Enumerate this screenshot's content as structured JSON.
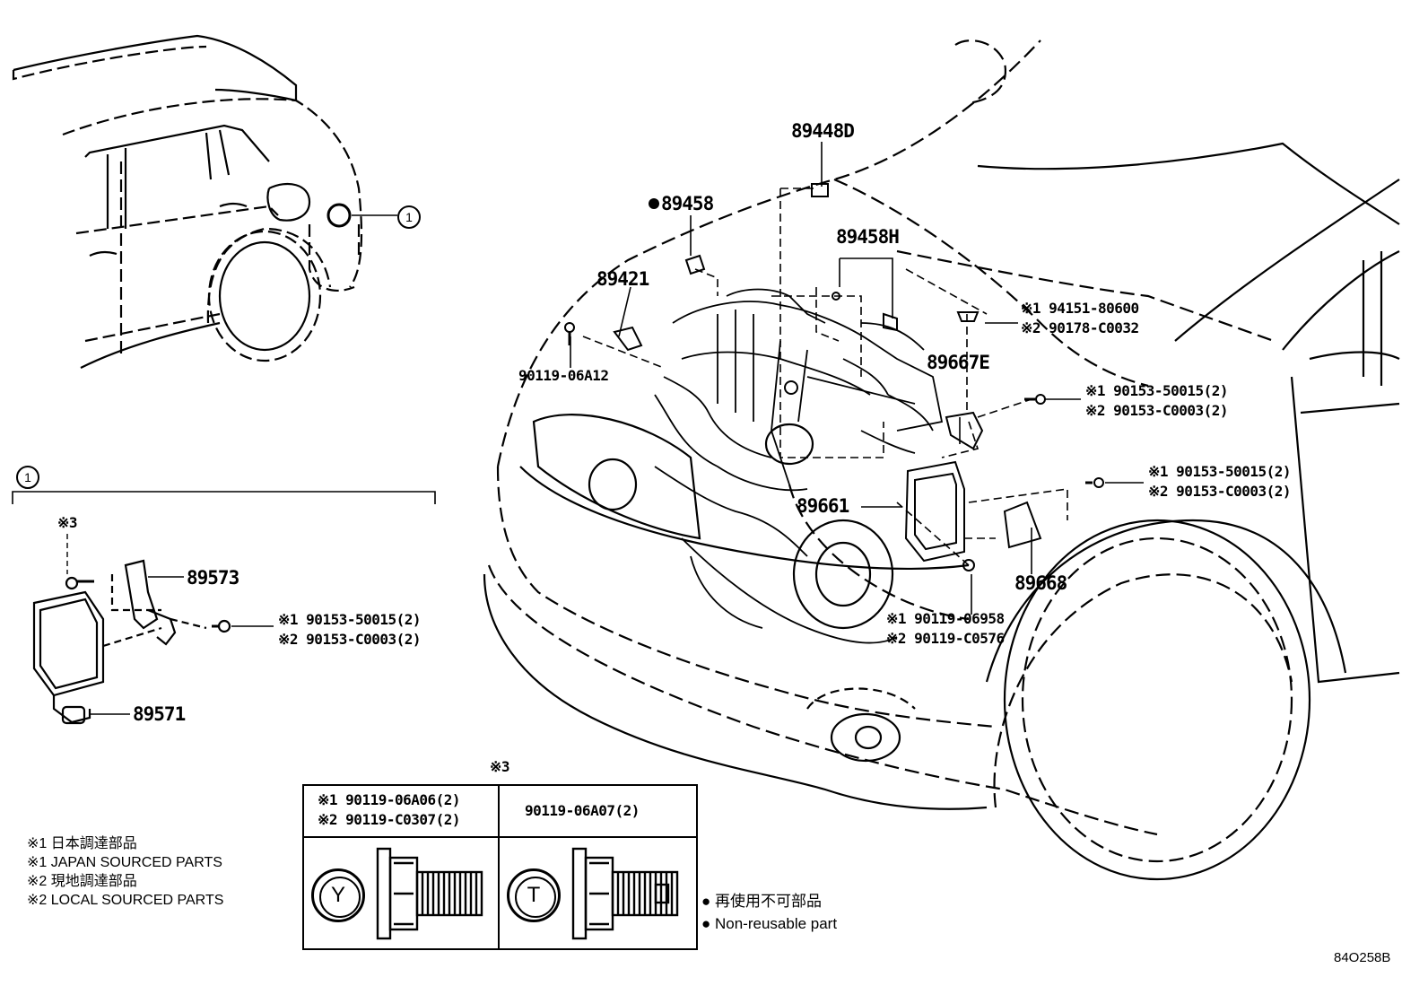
{
  "part_numbers": {
    "p89448d": "89448D",
    "p89458": "89458",
    "p89458h": "89458H",
    "p89421": "89421",
    "p90119_06a12": "90119-06A12",
    "p89667e": "89667E",
    "p89661": "89661",
    "p89668": "89668",
    "p89573": "89573",
    "p89571": "89571"
  },
  "callouts": {
    "nut_94151_a": "※1 94151-80600",
    "nut_94151_b": "※2 90178-C0032",
    "bolt_upper_a": "※1 90153-50015(2)",
    "bolt_upper_b": "※2 90153-C0003(2)",
    "bolt_mid_a": "※1 90153-50015(2)",
    "bolt_mid_b": "※2 90153-C0003(2)",
    "bolt_lower_a": "※1 90119-06958",
    "bolt_lower_b": "※2 90119-C0576",
    "detail_bolt_a": "※1 90153-50015(2)",
    "detail_bolt_b": "※2 90153-C0003(2)",
    "detail_ref": "※3"
  },
  "detail_marker": "1",
  "table": {
    "header_ref": "※3",
    "col1_line1": "※1 90119-06A06(2)",
    "col1_line2": "※2 90119-C0307(2)",
    "col2": "90119-06A07(2)",
    "col1_mark": "Y",
    "col2_mark": "T"
  },
  "legend": {
    "l1": "※1 日本調達部品",
    "l2": "※1 JAPAN SOURCED PARTS",
    "l3": "※2 現地調達部品",
    "l4": "※2 LOCAL SOURCED PARTS",
    "nonreusable_jp": "● 再使用不可部品",
    "nonreusable_en": "● Non-reusable part"
  },
  "diagram_code": "84O258B"
}
